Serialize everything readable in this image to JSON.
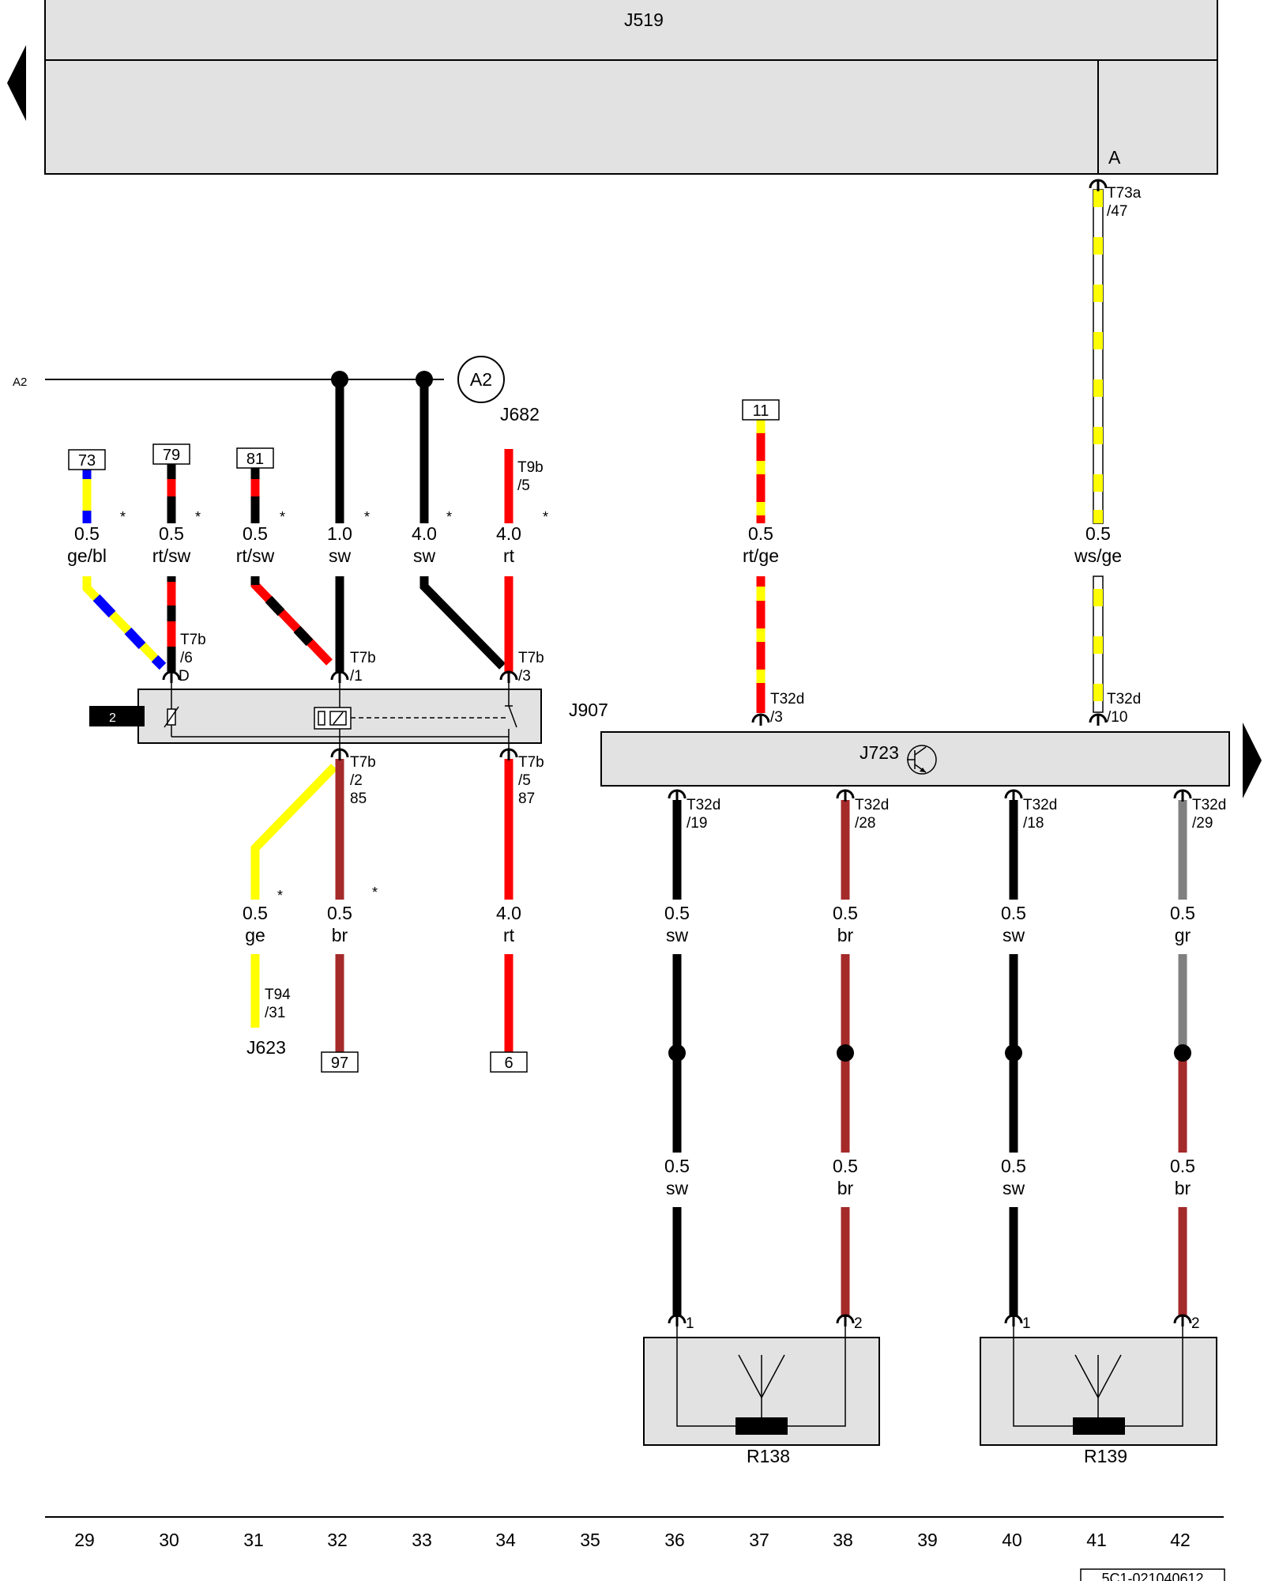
{
  "components": {
    "j519": "J519",
    "j682": "J682",
    "j907": "J907",
    "j723": "J723",
    "j623": "J623",
    "r138": "R138",
    "r139": "R139",
    "relay_badge": "2",
    "a2_circle": "A2",
    "a2_bus": "A2",
    "j519_pin": "A"
  },
  "wire_specs": [
    {
      "size": "0.5",
      "color": "ge/bl"
    },
    {
      "size": "0.5",
      "color": "rt/sw"
    },
    {
      "size": "0.5",
      "color": "rt/sw"
    },
    {
      "size": "1.0",
      "color": "sw"
    },
    {
      "size": "4.0",
      "color": "sw"
    },
    {
      "size": "4.0",
      "color": "rt"
    },
    {
      "size": "0.5",
      "color": "rt/ge"
    },
    {
      "size": "0.5",
      "color": "ws/ge"
    },
    {
      "size": "0.5",
      "color": "ge"
    },
    {
      "size": "0.5",
      "color": "br"
    },
    {
      "size": "4.0",
      "color": "rt"
    },
    {
      "size": "0.5",
      "color": "sw"
    },
    {
      "size": "0.5",
      "color": "br"
    },
    {
      "size": "0.5",
      "color": "sw"
    },
    {
      "size": "0.5",
      "color": "gr"
    },
    {
      "size": "0.5",
      "color": "sw"
    },
    {
      "size": "0.5",
      "color": "br"
    },
    {
      "size": "0.5",
      "color": "sw"
    },
    {
      "size": "0.5",
      "color": "br"
    }
  ],
  "connectors": [
    {
      "name": "T73a",
      "pin": "/47"
    },
    {
      "name": "T9b",
      "pin": "/5"
    },
    {
      "name": "T7b",
      "pin": "/6"
    },
    {
      "name": "T7b",
      "pin": "/1"
    },
    {
      "name": "T7b",
      "pin": "/3"
    },
    {
      "name": "T32d",
      "pin": "/3"
    },
    {
      "name": "T32d",
      "pin": "/10"
    },
    {
      "name": "T7b",
      "pin": "/2"
    },
    {
      "name": "T7b",
      "pin": "/5"
    },
    {
      "name": "T32d",
      "pin": "/19"
    },
    {
      "name": "T32d",
      "pin": "/28"
    },
    {
      "name": "T32d",
      "pin": "/18"
    },
    {
      "name": "T32d",
      "pin": "/29"
    },
    {
      "name": "T94",
      "pin": "/31"
    }
  ],
  "pin_extras": {
    "d": "D",
    "p85": "85",
    "p87": "87",
    "r138_p1": "1",
    "r138_p2": "2",
    "r139_p1": "1",
    "r139_p2": "2"
  },
  "refs": [
    "73",
    "79",
    "81",
    "11",
    "97",
    "6"
  ],
  "stars": [
    "*",
    "*",
    "*",
    "*",
    "*",
    "*",
    "*",
    "*"
  ],
  "columns": [
    "29",
    "30",
    "31",
    "32",
    "33",
    "34",
    "35",
    "36",
    "37",
    "38",
    "39",
    "40",
    "41",
    "42"
  ],
  "doc_id": "5C1-021040612",
  "colors": {
    "sw": "#000000",
    "rt": "#ff0000",
    "ge": "#ffff00",
    "bl": "#0000ff",
    "br": "#a52a2a",
    "gr": "#808080",
    "ws": "#ffffff",
    "box_fill": "#e2e2e2"
  }
}
